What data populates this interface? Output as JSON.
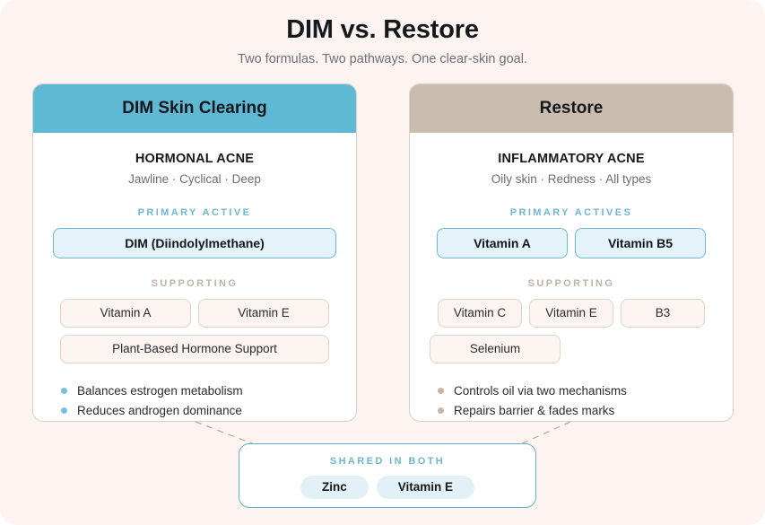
{
  "header": {
    "title": "DIM vs. Restore",
    "subtitle": "Two formulas. Two pathways. One clear-skin goal."
  },
  "colors": {
    "page_background": "#FDF4F1",
    "dim_accent": "#5FB9D5",
    "restore_accent": "#CABDB0",
    "primary_pill_fill": "#E4F3FA",
    "support_pill_fill": "#FBF4F0",
    "shared_border": "#63AFCB"
  },
  "cards": [
    {
      "id": "dim",
      "header_title": "DIM Skin Clearing",
      "acne_type": "HORMONAL ACNE",
      "acne_description": "Jawline · Cyclical · Deep",
      "primary_label": "PRIMARY ACTIVE",
      "primary_actives": [
        "DIM (Diindolylmethane)"
      ],
      "supporting_label": "SUPPORTING",
      "supporting": [
        "Vitamin A",
        "Vitamin E",
        "Plant-Based Hormone Support"
      ],
      "bullets": [
        "Balances estrogen metabolism",
        "Reduces androgen dominance"
      ]
    },
    {
      "id": "restore",
      "header_title": "Restore",
      "acne_type": "INFLAMMATORY ACNE",
      "acne_description": "Oily skin · Redness · All types",
      "primary_label": "PRIMARY ACTIVES",
      "primary_actives": [
        "Vitamin A",
        "Vitamin B5"
      ],
      "supporting_label": "SUPPORTING",
      "supporting": [
        "Vitamin C",
        "Vitamin E",
        "B3",
        "Selenium"
      ],
      "bullets": [
        "Controls oil via two mechanisms",
        "Repairs barrier & fades marks"
      ]
    }
  ],
  "shared": {
    "label": "SHARED IN BOTH",
    "items": [
      "Zinc",
      "Vitamin E"
    ]
  }
}
